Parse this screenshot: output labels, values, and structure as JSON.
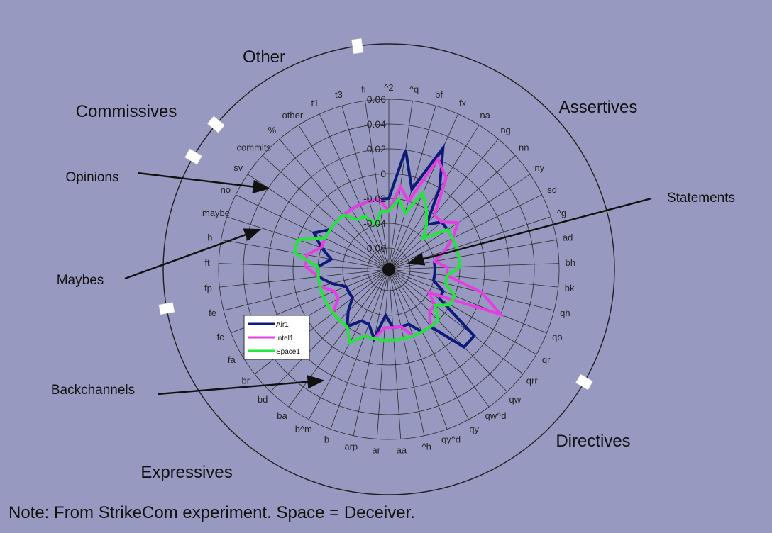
{
  "chart_data": {
    "type": "radar",
    "categories": [
      "^2",
      "^q",
      "bf",
      "fx",
      "na",
      "ng",
      "nn",
      "ny",
      "sd",
      "^g",
      "ad",
      "bh",
      "bk",
      "qh",
      "qo",
      "qr",
      "qrr",
      "qw",
      "qw^d",
      "qy",
      "qy^d",
      "^h",
      "aa",
      "ar",
      "arp",
      "b",
      "b^m",
      "ba",
      "bd",
      "br",
      "fa",
      "fc",
      "fe",
      "fp",
      "ft",
      "h",
      "maybe",
      "no",
      "sv",
      "commits",
      "%",
      "other",
      "t1",
      "t3",
      "fi"
    ],
    "ticks": [
      "0.06",
      "0.04",
      "0.02",
      "0",
      "-0.02",
      "-0.04",
      "-0.06"
    ],
    "rlim": [
      -0.06,
      0.06
    ],
    "series": [
      {
        "name": "Air1",
        "color": "#0d1a7a",
        "values": [
          -0.02,
          0.02,
          -0.01,
          0.03,
          0.0,
          -0.03,
          -0.02,
          -0.02,
          -0.02,
          -0.03,
          -0.04,
          -0.04,
          -0.04,
          -0.04,
          -0.03,
          -0.03,
          0.01,
          0.01,
          -0.02,
          -0.02,
          -0.03,
          -0.03,
          -0.03,
          -0.04,
          -0.02,
          -0.03,
          -0.03,
          -0.02,
          -0.03,
          -0.04,
          -0.04,
          -0.04,
          -0.03,
          -0.02,
          -0.02,
          -0.03,
          -0.02,
          -0.01,
          -0.02,
          -0.02,
          -0.02,
          -0.02,
          -0.02,
          -0.02,
          -0.02
        ]
      },
      {
        "name": "Intel1",
        "color": "#e63ee3",
        "values": [
          -0.03,
          -0.01,
          -0.02,
          0.02,
          0.01,
          -0.02,
          -0.02,
          -0.01,
          -0.02,
          -0.03,
          -0.04,
          -0.03,
          -0.03,
          0.0,
          0.02,
          -0.04,
          -0.03,
          -0.03,
          -0.02,
          -0.02,
          -0.02,
          -0.03,
          -0.03,
          -0.03,
          -0.02,
          -0.02,
          -0.01,
          -0.02,
          -0.02,
          -0.02,
          -0.03,
          -0.03,
          -0.02,
          -0.02,
          -0.01,
          -0.01,
          -0.02,
          -0.02,
          -0.02,
          -0.02,
          -0.02,
          -0.02,
          -0.02,
          -0.02,
          -0.02
        ]
      },
      {
        "name": "Space1",
        "color": "#22e63a",
        "values": [
          -0.03,
          -0.02,
          -0.03,
          -0.01,
          -0.02,
          -0.03,
          -0.04,
          -0.02,
          -0.02,
          -0.02,
          -0.02,
          -0.02,
          -0.03,
          -0.03,
          -0.02,
          -0.02,
          -0.03,
          -0.02,
          -0.02,
          -0.02,
          -0.02,
          -0.02,
          -0.02,
          -0.02,
          -0.02,
          -0.02,
          -0.01,
          -0.02,
          -0.02,
          -0.02,
          -0.02,
          -0.02,
          -0.02,
          -0.02,
          -0.02,
          0.0,
          0.0,
          -0.02,
          -0.02,
          -0.02,
          -0.02,
          -0.03,
          -0.03,
          -0.04,
          -0.03
        ]
      }
    ],
    "legend_position": "left-bottom",
    "grid": true
  },
  "groups": [
    "Other",
    "Assertives",
    "Commissives",
    "Directives",
    "Expressives"
  ],
  "callouts": [
    "Opinions",
    "Maybes",
    "Backchannels",
    "Statements"
  ],
  "note": "Note: From StrikeCom experiment. Space = Deceiver."
}
